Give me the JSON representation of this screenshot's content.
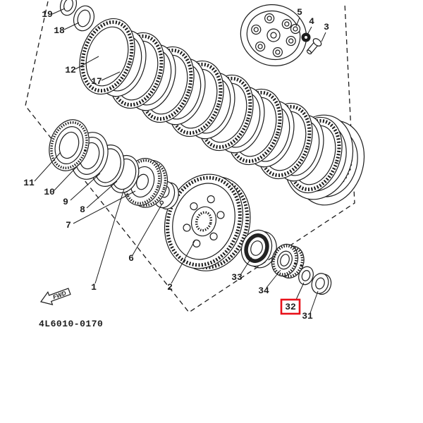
{
  "diagram": {
    "code": "4L6010-0170",
    "fwd_label": "FWD",
    "selected_part": "32"
  },
  "colors": {
    "line": "#1c1c1c",
    "highlight": "#e8111a",
    "background": "#ffffff"
  },
  "parts": {
    "p1": "1",
    "p2": "2",
    "p3": "3",
    "p4": "4",
    "p5": "5",
    "p6": "6",
    "p7": "7",
    "p8": "8",
    "p9": "9",
    "p10": "10",
    "p11": "11",
    "p12": "12",
    "p17": "17",
    "p18": "18",
    "p19": "19",
    "p31": "31",
    "p32": "32",
    "p33": "33",
    "p34": "34"
  }
}
